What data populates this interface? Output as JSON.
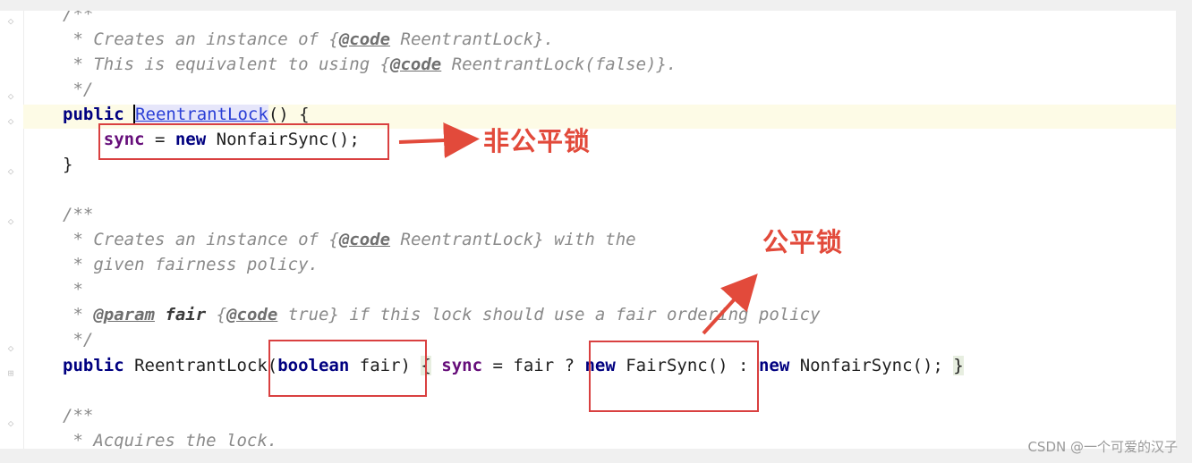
{
  "editor": {
    "code_lines": {
      "l0": "/**",
      "l1": " * Creates an instance of {@code ReentrantLock}.",
      "l2": " * This is equivalent to using {@code ReentrantLock(false)}.",
      "l3": " */",
      "l4": "public ReentrantLock() {",
      "l5": "    sync = new NonfairSync();",
      "l6": "}",
      "l8": "/**",
      "l9": " * Creates an instance of {@code ReentrantLock} with the",
      "l10": " * given fairness policy.",
      "l11": " *",
      "l12": " * @param fair {@code true} if this lock should use a fair ordering policy",
      "l13": " */",
      "l14": "public ReentrantLock(boolean fair) { sync = fair ? new FairSync() : new NonfairSync(); }",
      "l16": "/**",
      "l17": " * Acquires the lock."
    }
  },
  "annotations": {
    "nonfair_label": "非公平锁",
    "fair_label": "公平锁"
  },
  "watermark": "CSDN @一个可爱的汉子",
  "colors": {
    "annotation_red": "#e24a3b",
    "keyword": "#000080",
    "field": "#660e7a",
    "comment": "#8a8a8a",
    "caret_line": "#fdfbe6"
  }
}
